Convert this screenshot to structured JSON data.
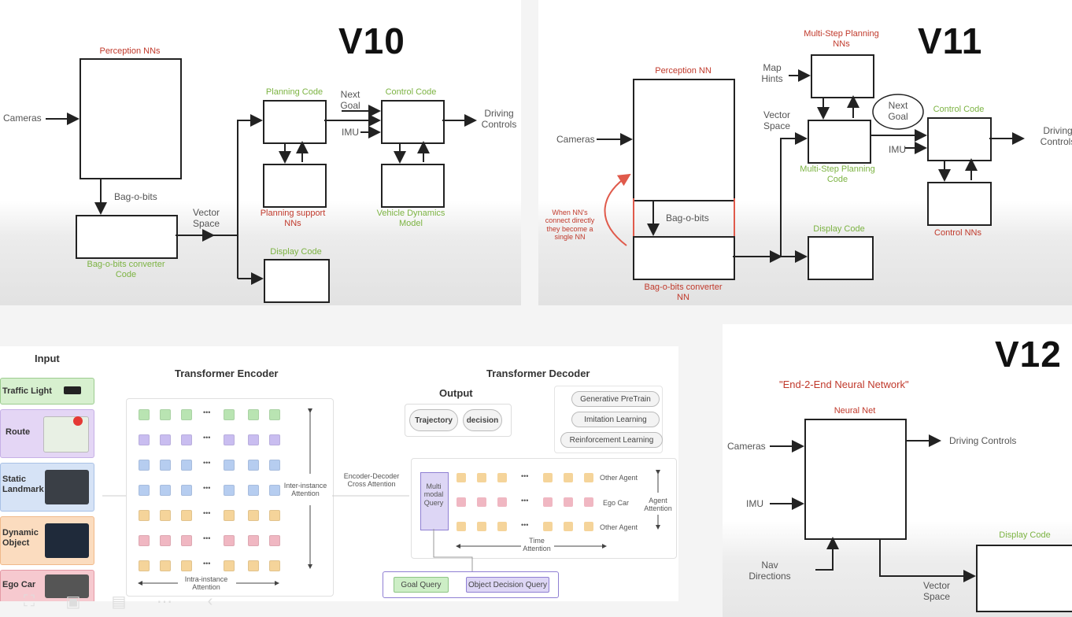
{
  "v10": {
    "title": "V10",
    "perception": "Perception NNs",
    "cameras": "Cameras",
    "bag": "Bag-o-bits",
    "converter": "Bag-o-bits converter\nCode",
    "vector_space": "Vector\nSpace",
    "planning_code": "Planning Code",
    "planning_support": "Planning support\nNNs",
    "next_goal": "Next\nGoal",
    "imu": "IMU",
    "control_code": "Control Code",
    "vehicle_dynamics": "Vehicle Dynamics\nModel",
    "driving_controls": "Driving\nControls",
    "display_code": "Display Code"
  },
  "v11": {
    "title": "V11",
    "perception": "Perception NN",
    "cameras": "Cameras",
    "bag": "Bag-o-bits",
    "converter": "Bag-o-bits converter\nNN",
    "note": "When NN's\nconnect directly\nthey become a\nsingle NN",
    "multi_step_top": "Multi-Step Planning\nNNs",
    "map_hints": "Map\nHints",
    "vector_space": "Vector\nSpace",
    "multi_step_code": "Multi-Step Planning\nCode",
    "next_goal": "Next\nGoal",
    "imu": "IMU",
    "control_code": "Control Code",
    "control_nns": "Control NNs",
    "driving_controls": "Driving\nControls",
    "display_code": "Display Code"
  },
  "bottom_left": {
    "input_title": "Input",
    "inputs": [
      {
        "label": "Traffic Light"
      },
      {
        "label": "Route"
      },
      {
        "label": "Static\nLandmark"
      },
      {
        "label": "Dynamic\nObject"
      },
      {
        "label": "Ego Car"
      }
    ],
    "encoder_title": "Transformer Encoder",
    "inter_instance": "Inter-instance\nAttention",
    "intra_instance": "Intra-instance\nAttention",
    "cross_attention": "Encoder-Decoder\nCross Attention",
    "decoder_title": "Transformer Decoder",
    "output_title": "Output",
    "trajectory": "Trajectory",
    "decision": "decision",
    "training": [
      "Generative PreTrain",
      "Imitation Learning",
      "Reinforcement Learning"
    ],
    "multi_modal_query": "Multi\nmodal\nQuery",
    "agent_rows": [
      "Other Agent",
      "Ego Car",
      "Other Agent"
    ],
    "agent_attention": "Agent\nAttention",
    "time_attention": "Time\nAttention",
    "goal_query": "Goal Query",
    "object_decision_query": "Object Decision Query",
    "ellipsis": "•••"
  },
  "v12": {
    "title": "V12",
    "subtitle": "\"End-2-End Neural Network\"",
    "neural_net": "Neural Net",
    "cameras": "Cameras",
    "imu": "IMU",
    "nav": "Nav\nDirections",
    "driving_controls": "Driving Controls",
    "vector_space": "Vector\nSpace",
    "display_code": "Display Code"
  },
  "toolbar": {
    "icons": [
      "screenshot-icon",
      "camera-icon",
      "comment-icon",
      "more-icon",
      "back-icon"
    ]
  },
  "colors": {
    "red": "#c0392b",
    "green": "#7cb342",
    "enc_green": "#b9e4b2",
    "enc_purple": "#c9bdf0",
    "enc_blue": "#b6cdf0",
    "enc_orange": "#f5d49a",
    "enc_pink": "#f0b7c2"
  }
}
